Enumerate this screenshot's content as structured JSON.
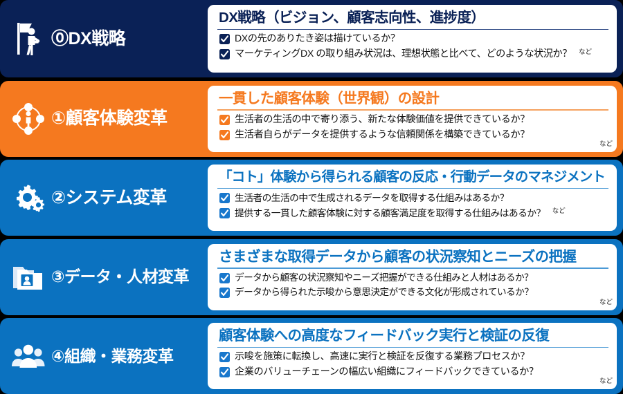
{
  "theme": {
    "background": "#000000",
    "navy": "#0a2156",
    "orange": "#f5791f",
    "blue": "#0b72c0",
    "panel_bg": "#ffffff"
  },
  "rows": [
    {
      "number_label": "⓪DX戦略",
      "icon": "person-with-flag-icon",
      "heading": "DX戦略（ビジョン、顧客志向性、進捗度）",
      "accent": "#0a2156",
      "items": [
        {
          "text": "DXの先のありたき姿は描けているか？",
          "nado": ""
        },
        {
          "text": "マーケティングDX の取り組み状況は、理想状態と比べて、どのような状況か？",
          "nado": "など"
        }
      ],
      "nado_position": "inline"
    },
    {
      "number_label": "①顧客体験変革",
      "icon": "person-network-diamond-icon",
      "heading": "一貫した顧客体験（世界観）の設計",
      "accent": "#f5791f",
      "items": [
        {
          "text": "生活者の生活の中で寄り添う、新たな体験価値を提供できているか？",
          "nado": ""
        },
        {
          "text": "生活者自らがデータを提供するような信頼関係を構築できているか？",
          "nado": "など"
        }
      ],
      "nado_position": "corner"
    },
    {
      "number_label": "②システム変革",
      "icon": "gears-icon",
      "heading": "「コト」体験から得られる顧客の反応・行動データのマネジメント",
      "accent": "#0b72c0",
      "items": [
        {
          "text": "生活者の生活の中で生成されるデータを取得する仕組みはあるか？",
          "nado": ""
        },
        {
          "text": "提供する一貫した顧客体験に対する顧客満足度を取得する仕組みはあるか？",
          "nado": "など"
        }
      ],
      "nado_position": "inline"
    },
    {
      "number_label": "③データ・人材変革",
      "icon": "folder-person-icon",
      "heading": "さまざまな取得データから顧客の状況察知とニーズの把握",
      "accent": "#0b72c0",
      "items": [
        {
          "text": "データから顧客の状況察知やニーズ把握ができる仕組みと人材はあるか？",
          "nado": ""
        },
        {
          "text": "データから得られた示唆から意思決定ができる文化が形成されているか？",
          "nado": "など"
        }
      ],
      "nado_position": "corner"
    },
    {
      "number_label": "④組織・業務変革",
      "icon": "people-group-icon",
      "heading": "顧客体験への高度なフィードバック実行と検証の反復",
      "accent": "#0b72c0",
      "items": [
        {
          "text": "示唆を施策に転換し、高速に実行と検証を反復する業務プロセスか？",
          "nado": ""
        },
        {
          "text": "企業のバリューチェーンの幅広い組織にフィードバックできているか？",
          "nado": "など"
        }
      ],
      "nado_position": "corner"
    }
  ]
}
